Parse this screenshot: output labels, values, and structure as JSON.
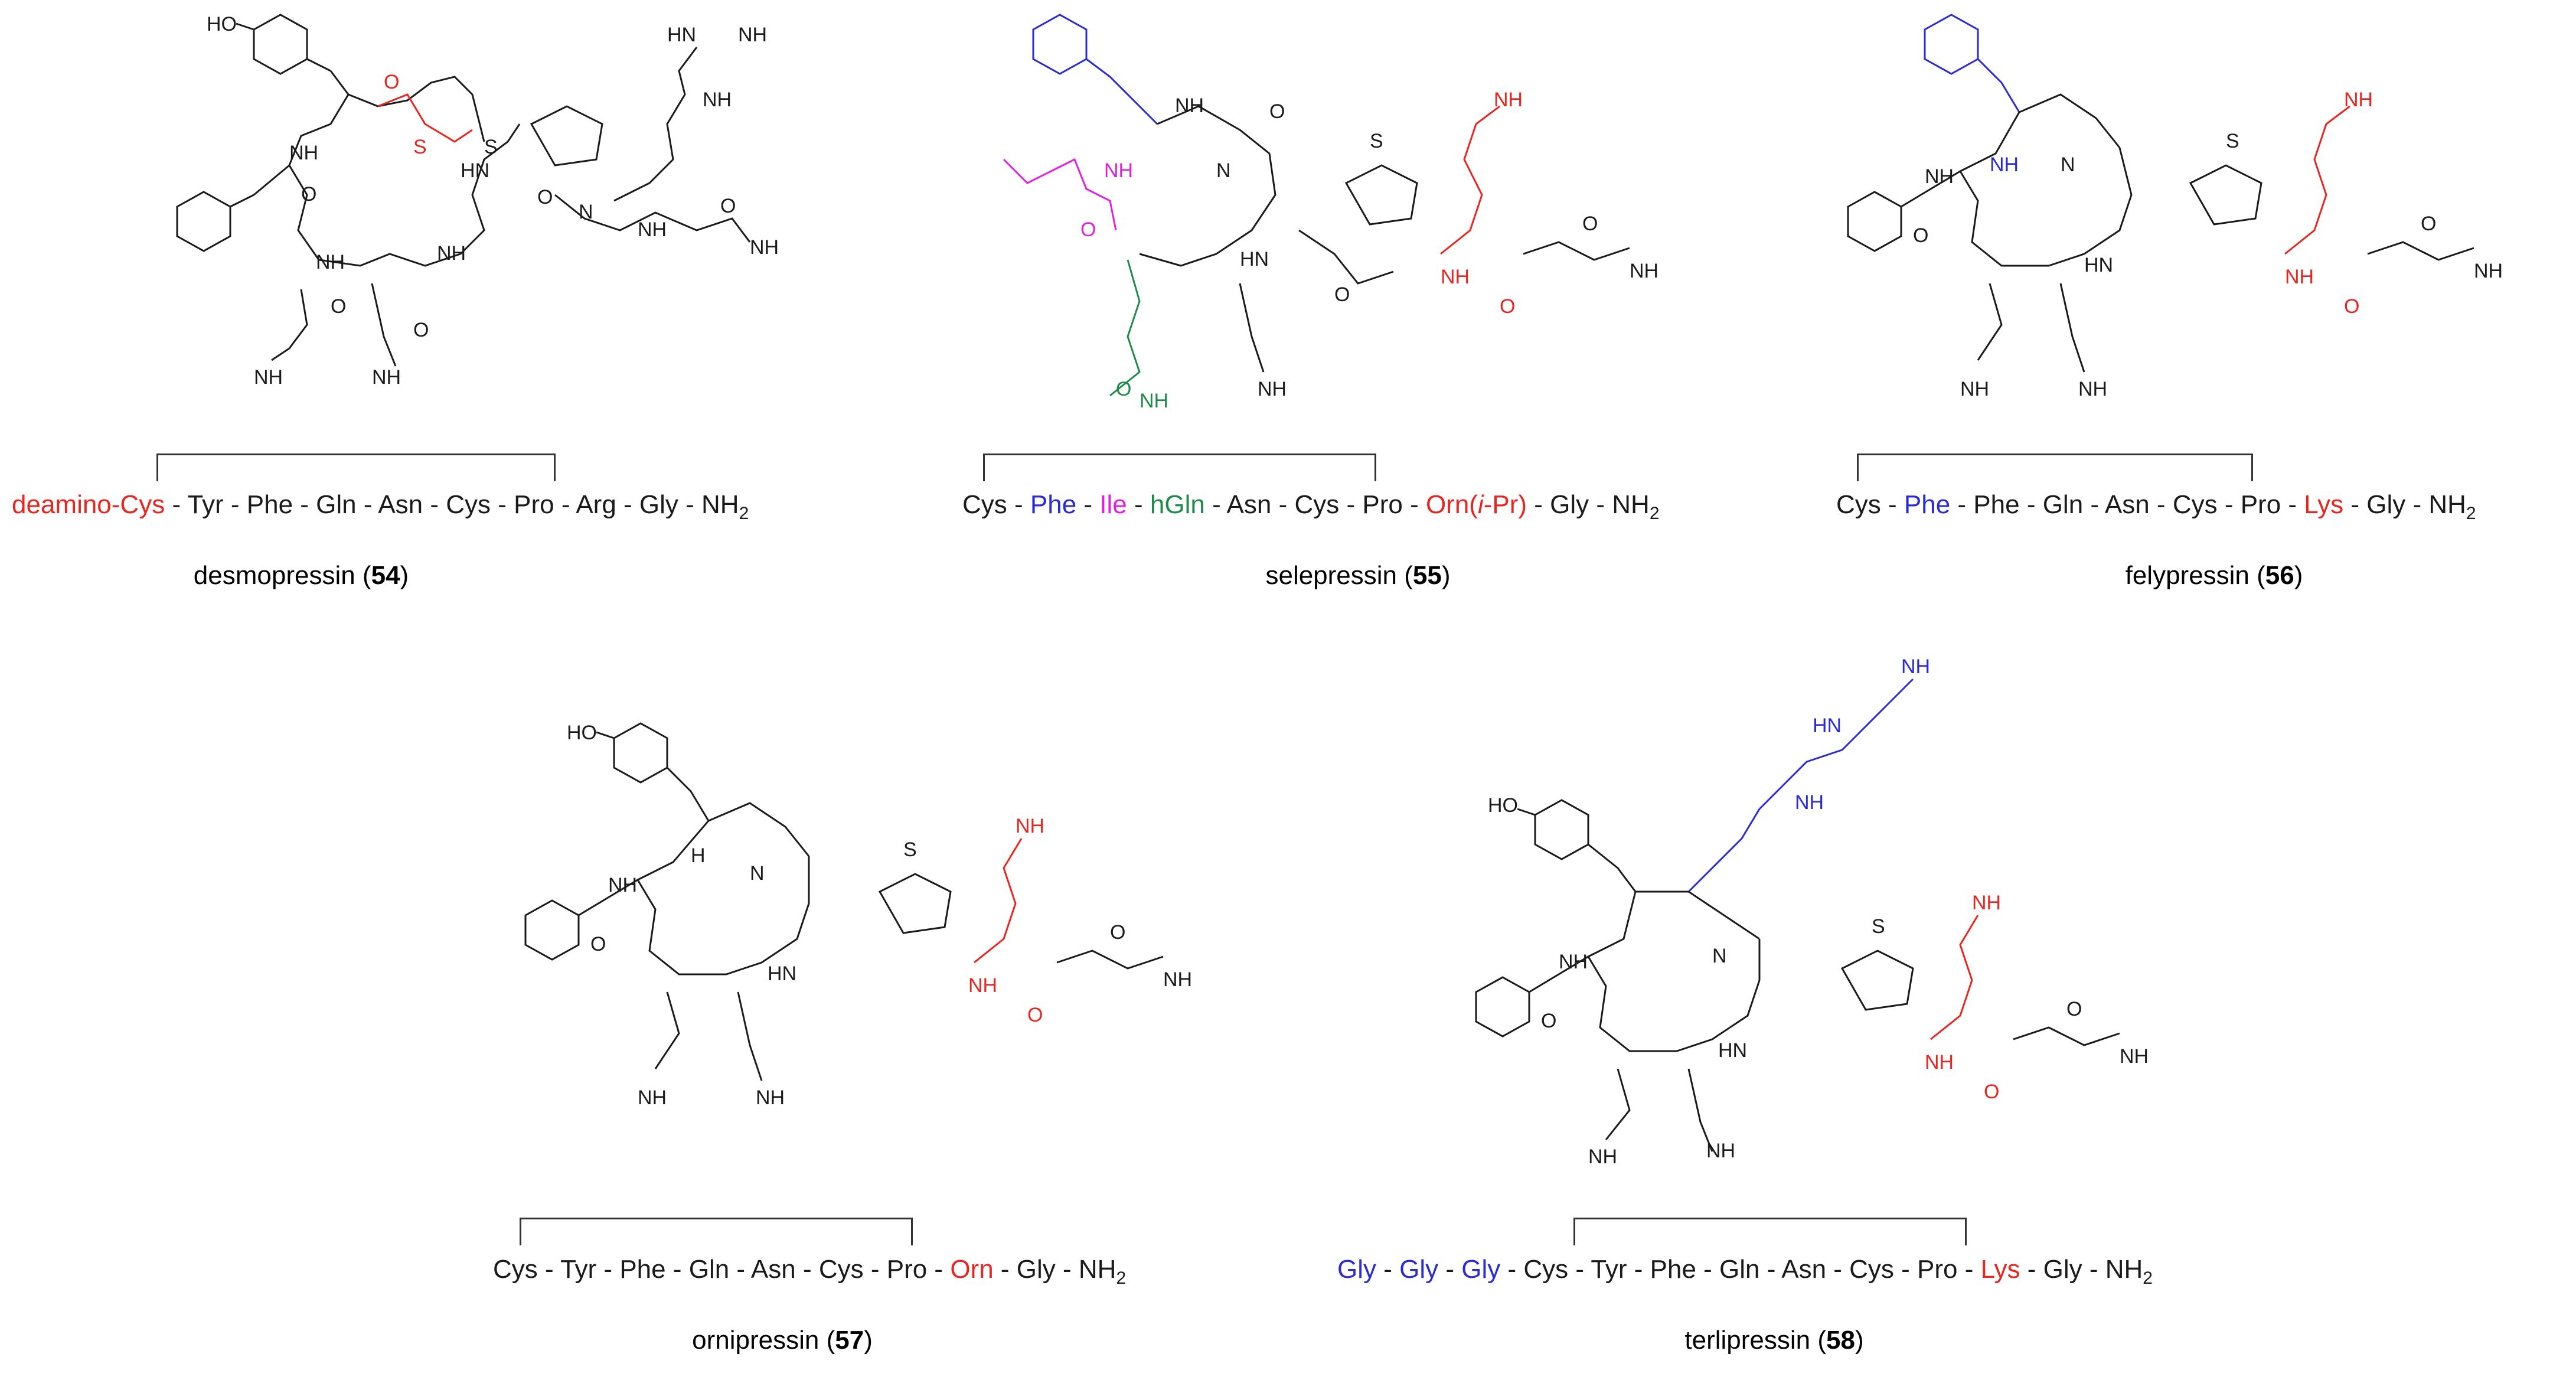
{
  "colors": {
    "black": "#1a1a1a",
    "red": "#e8251f",
    "blue": "#2b2bd6",
    "magenta": "#e020e0",
    "green": "#1f8a4c"
  },
  "labels": {
    "ho": "HO",
    "nh": "NH",
    "hn": "HN",
    "nh2": "NH",
    "h2n": "H",
    "o": "O",
    "s": "S",
    "n": "N",
    "sub2": "2",
    "sep": " - "
  },
  "compounds": [
    {
      "id": "desmopressin",
      "name": "desmopressin",
      "number": "54",
      "sequence": [
        {
          "text": "deamino-Cys",
          "color": "red"
        },
        {
          "text": "Tyr",
          "color": "black"
        },
        {
          "text": "Phe",
          "color": "black"
        },
        {
          "text": "Gln",
          "color": "black"
        },
        {
          "text": "Asn",
          "color": "black"
        },
        {
          "text": "Cys",
          "color": "black"
        },
        {
          "text": "Pro",
          "color": "black"
        },
        {
          "text": "Arg",
          "color": "black"
        },
        {
          "text": "Gly",
          "color": "black"
        },
        {
          "text": "NH",
          "color": "black",
          "sub": "2"
        }
      ]
    },
    {
      "id": "selepressin",
      "name": "selepressin",
      "number": "55",
      "sequence": [
        {
          "text": "Cys",
          "color": "black"
        },
        {
          "text": "Phe",
          "color": "blue"
        },
        {
          "text": "Ile",
          "color": "magenta"
        },
        {
          "text": "hGln",
          "color": "green"
        },
        {
          "text": "Asn",
          "color": "black"
        },
        {
          "text": "Cys",
          "color": "black"
        },
        {
          "text": "Pro",
          "color": "black"
        },
        {
          "text": "Orn(",
          "color": "red",
          "italic": "i",
          "tail": "-Pr)"
        },
        {
          "text": "Gly",
          "color": "black"
        },
        {
          "text": "NH",
          "color": "black",
          "sub": "2"
        }
      ]
    },
    {
      "id": "felypressin",
      "name": "felypressin",
      "number": "56",
      "sequence": [
        {
          "text": "Cys",
          "color": "black"
        },
        {
          "text": "Phe",
          "color": "blue"
        },
        {
          "text": "Phe",
          "color": "black"
        },
        {
          "text": "Gln",
          "color": "black"
        },
        {
          "text": "Asn",
          "color": "black"
        },
        {
          "text": "Cys",
          "color": "black"
        },
        {
          "text": "Pro",
          "color": "black"
        },
        {
          "text": "Lys",
          "color": "red"
        },
        {
          "text": "Gly",
          "color": "black"
        },
        {
          "text": "NH",
          "color": "black",
          "sub": "2"
        }
      ]
    },
    {
      "id": "ornipressin",
      "name": "ornipressin",
      "number": "57",
      "sequence": [
        {
          "text": "Cys",
          "color": "black"
        },
        {
          "text": "Tyr",
          "color": "black"
        },
        {
          "text": "Phe",
          "color": "black"
        },
        {
          "text": "Gln",
          "color": "black"
        },
        {
          "text": "Asn",
          "color": "black"
        },
        {
          "text": "Cys",
          "color": "black"
        },
        {
          "text": "Pro",
          "color": "black"
        },
        {
          "text": "Orn",
          "color": "red"
        },
        {
          "text": "Gly",
          "color": "black"
        },
        {
          "text": "NH",
          "color": "black",
          "sub": "2"
        }
      ]
    },
    {
      "id": "terlipressin",
      "name": "terlipressin",
      "number": "58",
      "sequence": [
        {
          "text": "Gly",
          "color": "blue"
        },
        {
          "text": "Gly",
          "color": "blue"
        },
        {
          "text": "Gly",
          "color": "blue"
        },
        {
          "text": "Cys",
          "color": "black"
        },
        {
          "text": "Tyr",
          "color": "black"
        },
        {
          "text": "Phe",
          "color": "black"
        },
        {
          "text": "Gln",
          "color": "black"
        },
        {
          "text": "Asn",
          "color": "black"
        },
        {
          "text": "Cys",
          "color": "black"
        },
        {
          "text": "Pro",
          "color": "black"
        },
        {
          "text": "Lys",
          "color": "red"
        },
        {
          "text": "Gly",
          "color": "black"
        },
        {
          "text": "NH",
          "color": "black",
          "sub": "2"
        }
      ]
    }
  ]
}
